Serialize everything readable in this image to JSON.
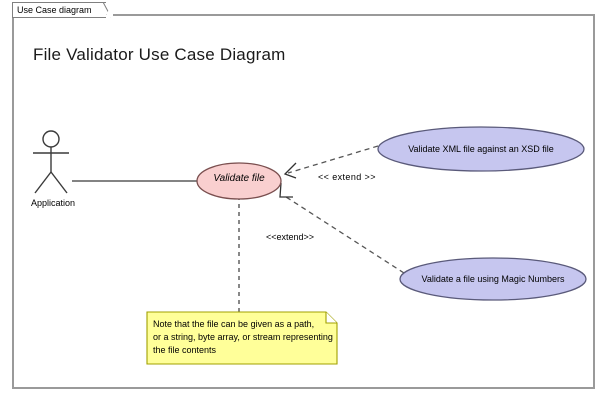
{
  "tab": {
    "label": "Use Case diagram"
  },
  "diagram": {
    "title": "File Validator Use Case Diagram",
    "type": "uml-use-case",
    "frame_color": "#9a9a9a",
    "background": "#ffffff"
  },
  "actors": [
    {
      "name": "Application",
      "icon": "stick-figure-actor-icon"
    }
  ],
  "use_cases": [
    {
      "id": "validate-file",
      "label": "Validate file",
      "fill": "#f9cfcf",
      "stroke": "#7a4f4f",
      "italic": true
    },
    {
      "id": "validate-xml-xsd",
      "label": "Validate XML file against an XSD file",
      "fill": "#c6c6ef",
      "stroke": "#5a5a7a",
      "italic": false
    },
    {
      "id": "validate-magic-numbers",
      "label": "Validate a file using Magic Numbers",
      "fill": "#c6c6ef",
      "stroke": "#5a5a7a",
      "italic": false
    }
  ],
  "relationships": [
    {
      "id": "association-application-validate-file",
      "type": "association",
      "from": "Application",
      "to": "validate-file",
      "label": ""
    },
    {
      "id": "extend-xsd",
      "type": "extend",
      "from": "validate-xml-xsd",
      "to": "validate-file",
      "label": "<< extend >>"
    },
    {
      "id": "extend-magic",
      "type": "extend",
      "from": "validate-magic-numbers",
      "to": "validate-file",
      "label": "<<extend>>"
    },
    {
      "id": "note-anchor",
      "type": "note-link",
      "from": "note-1",
      "to": "validate-file",
      "label": ""
    }
  ],
  "note": {
    "id": "note-1",
    "fill": "#ffff99",
    "stroke": "#a0a000",
    "lines": [
      "Note that the file can be given as a path,",
      "or a string, byte array, or stream representing",
      "the file contents"
    ],
    "text": "Note that the file can be given as a path,\nor a string, byte array, or stream representing\nthe file contents"
  }
}
